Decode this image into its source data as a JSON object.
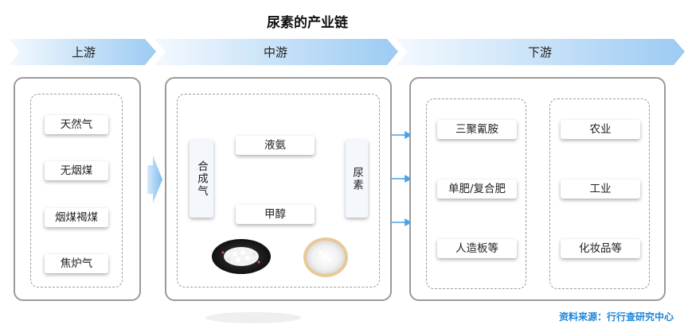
{
  "title": "尿素的产业链",
  "stages": {
    "upstream": "上游",
    "midstream": "中游",
    "downstream": "下游"
  },
  "upstream": {
    "items": [
      "天然气",
      "无烟煤",
      "烟煤褐煤",
      "焦炉气"
    ]
  },
  "midstream": {
    "syngas": "合成气",
    "ammonia": "液氨",
    "methanol": "甲醇",
    "urea": "尿素"
  },
  "downstream": {
    "products": [
      "三聚氰胺",
      "单肥/复合肥",
      "人造板等"
    ],
    "applications": [
      "农业",
      "工业",
      "化妆品等"
    ]
  },
  "source": "资料来源：行行查研究中心",
  "colors": {
    "banner_light": "#eef5fd",
    "banner_dark": "#a8d2f4",
    "arrow": "#4aa3e8",
    "source_text": "#1c86d8"
  }
}
